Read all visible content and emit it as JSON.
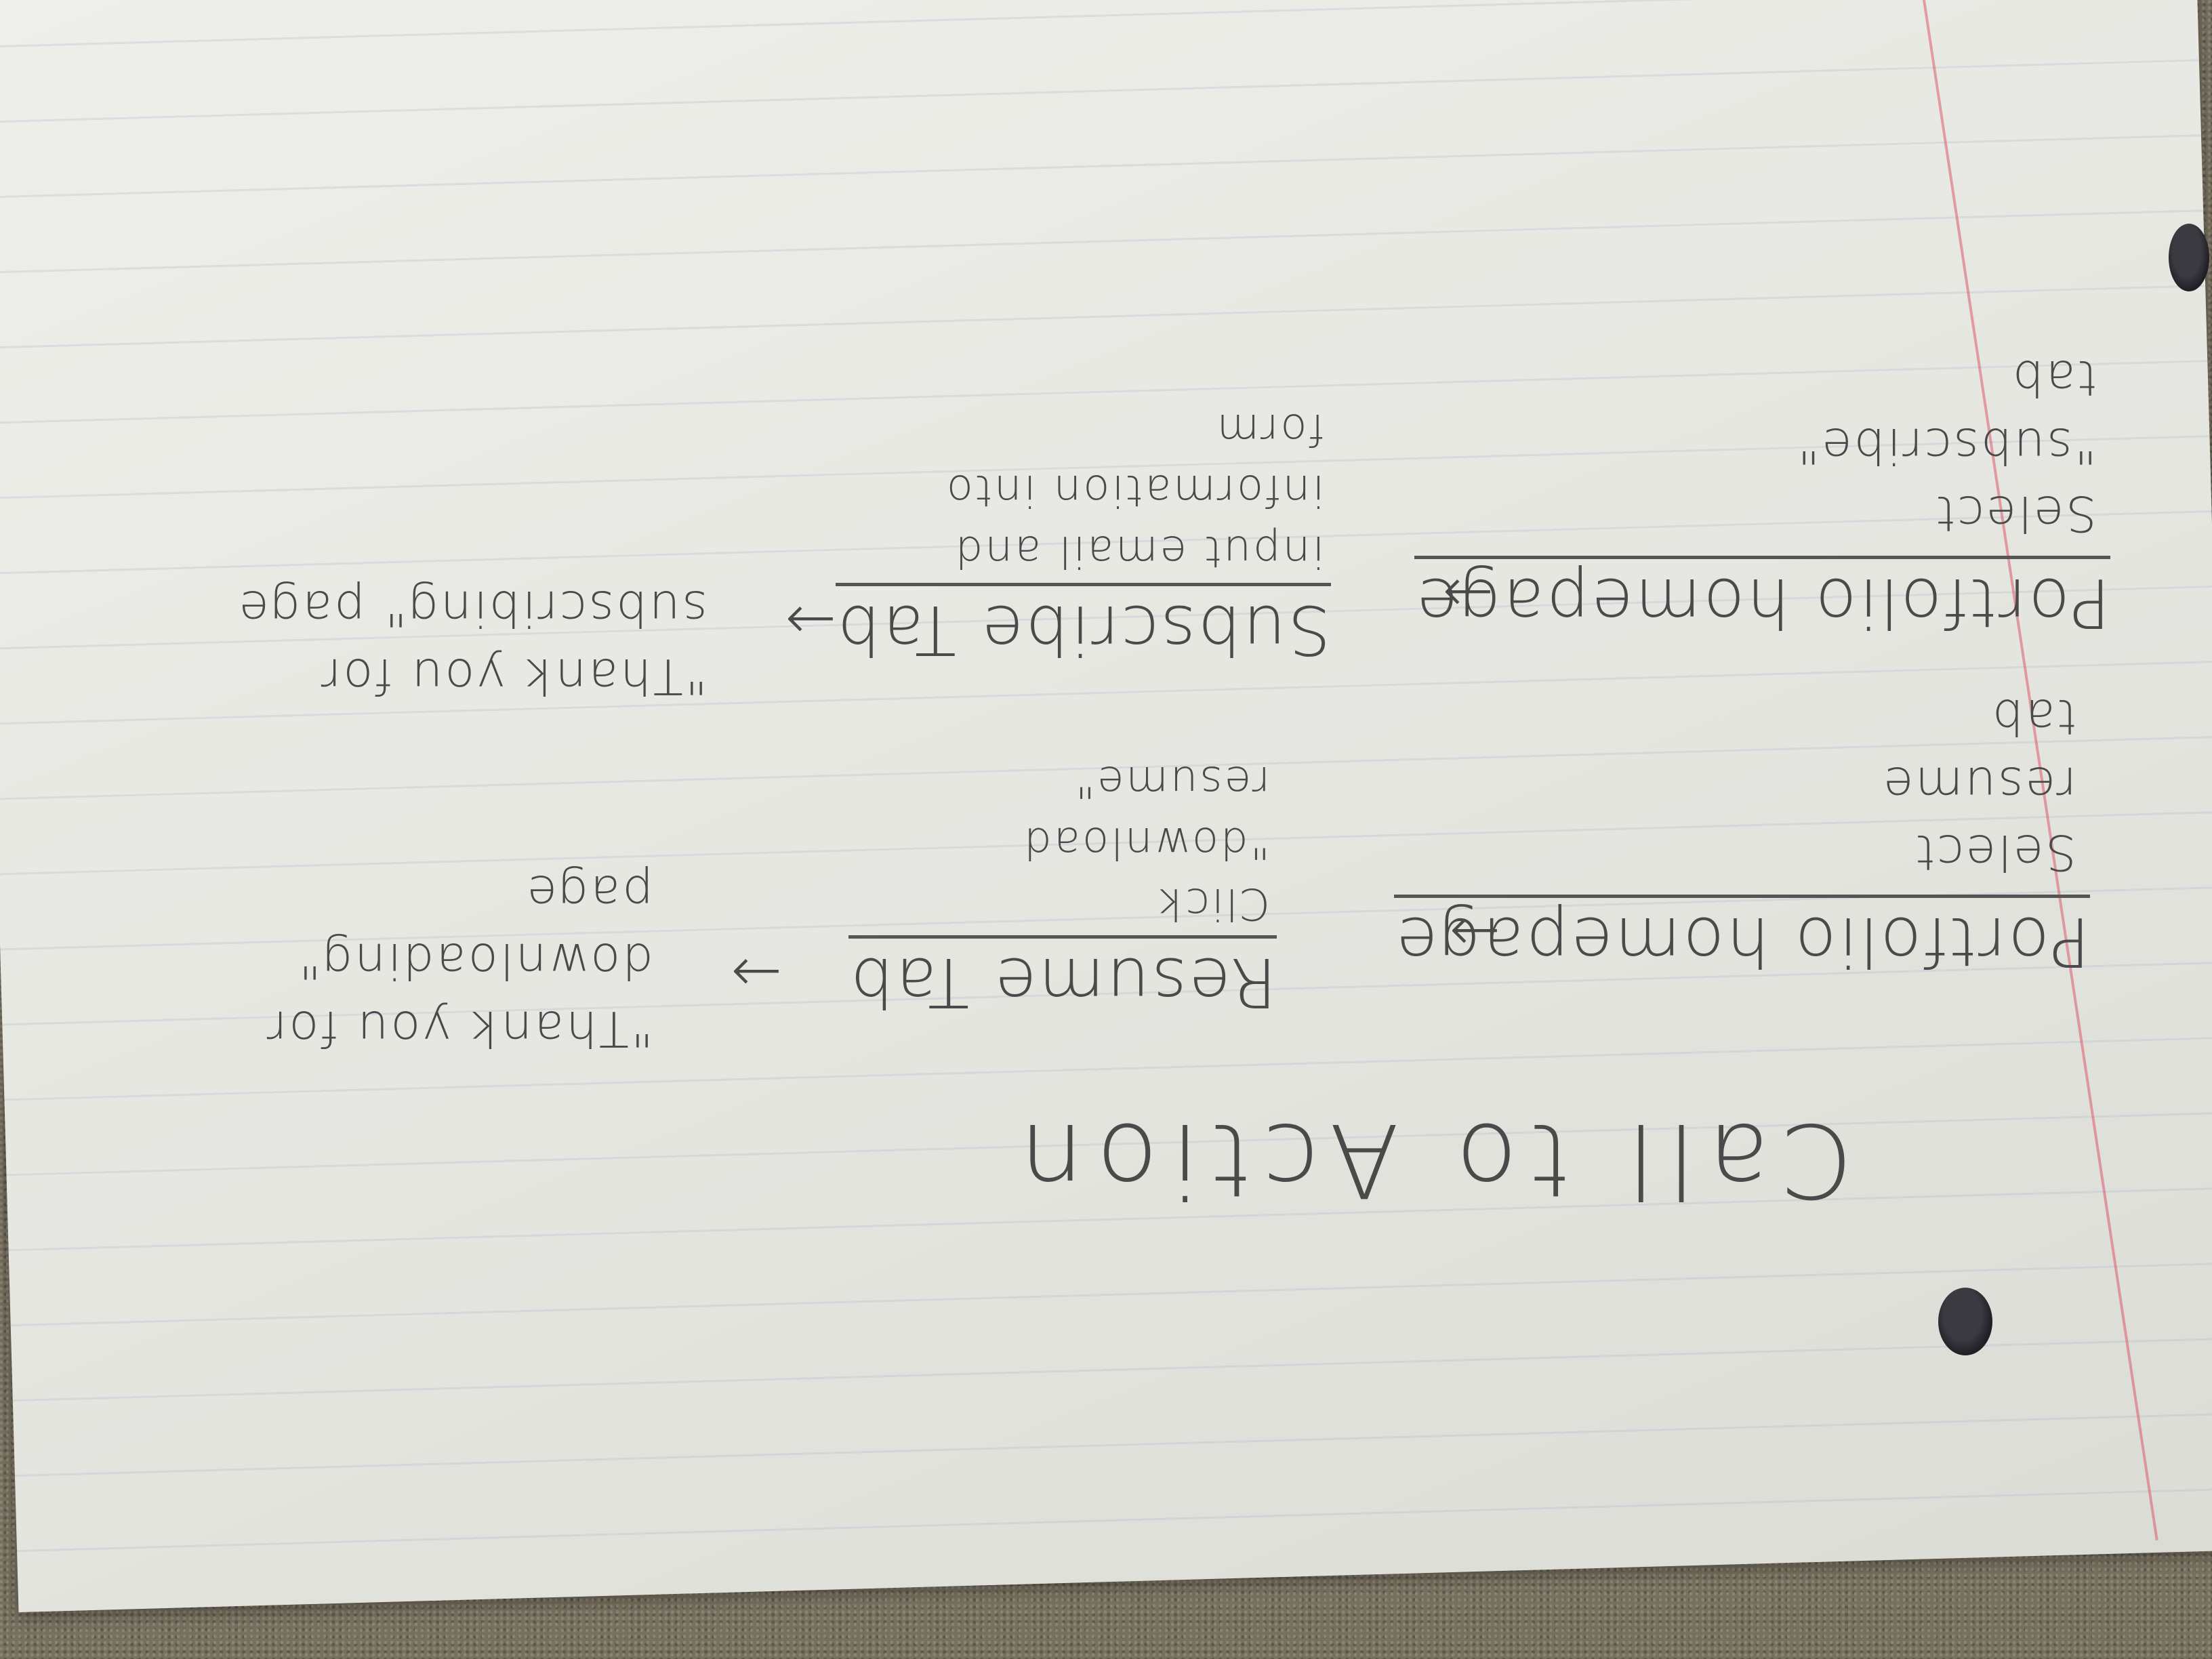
{
  "title": "Call to Action",
  "flows": [
    {
      "start": "Portfolio homepage",
      "start_action": "Select resume tab",
      "middle": "Resume Tab",
      "middle_action": "Click \"download resume\"",
      "end": "\"Thank you for downloading\" page"
    },
    {
      "start": "Portfolio homepage",
      "start_action": "Select \"subscribe\" tab",
      "middle": "Subscribe Tab",
      "middle_action": "input email and information into form",
      "end": "\"Thank you for subscribing\" page"
    }
  ],
  "arrow_symbol": "→"
}
